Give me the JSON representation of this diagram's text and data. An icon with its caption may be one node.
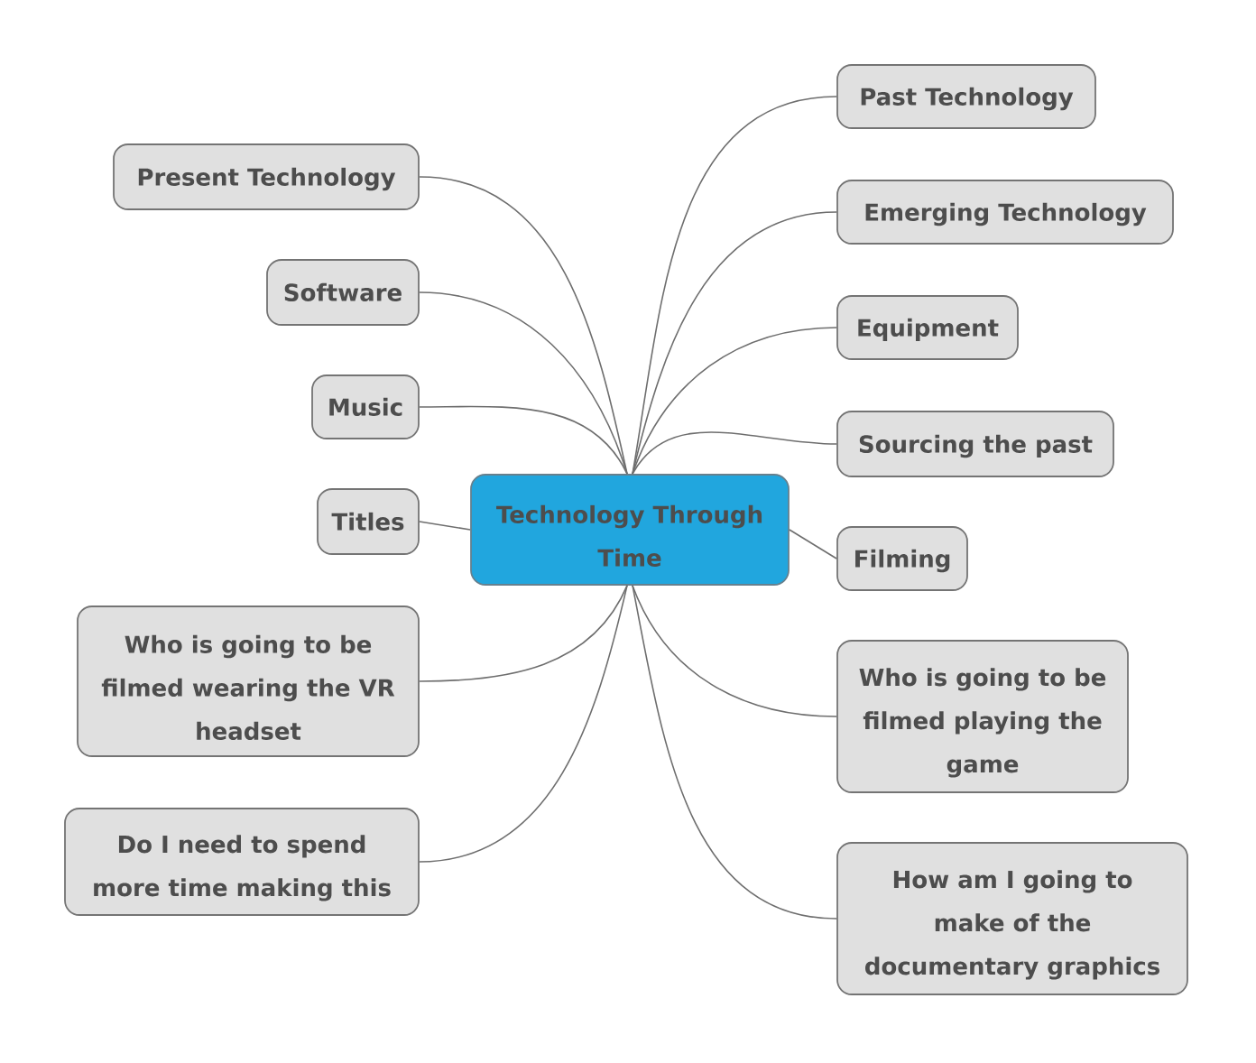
{
  "diagram": {
    "nodes": [
      {
        "text": [
          "Technology Through Time"
        ]
      },
      {
        "text": [
          "Past Technology"
        ]
      },
      {
        "text": [
          "Emerging Technology"
        ]
      },
      {
        "text": [
          "Equipment"
        ]
      },
      {
        "text": [
          "Sourcing the past"
        ]
      },
      {
        "text": [
          "Filming"
        ]
      },
      {
        "text": [
          "Who is going to be filmed playing the game"
        ]
      },
      {
        "text": [
          "How am I going to make of the documentary graphics"
        ]
      },
      {
        "text": [
          "Present Technology"
        ]
      },
      {
        "text": [
          "Software"
        ]
      },
      {
        "text": [
          "Music"
        ]
      },
      {
        "text": [
          "Titles"
        ]
      },
      {
        "text": [
          "Who is going to be filmed wearing the VR headset"
        ]
      },
      {
        "text": [
          "Do I need to spend more time making this"
        ]
      }
    ],
    "edges": [
      {
        "from": 0,
        "to": 1,
        "arrow": "none"
      },
      {
        "from": 0,
        "to": 2,
        "arrow": "none"
      },
      {
        "from": 0,
        "to": 3,
        "arrow": "none"
      },
      {
        "from": 0,
        "to": 4,
        "arrow": "none"
      },
      {
        "from": 0,
        "to": 5,
        "arrow": "none"
      },
      {
        "from": 0,
        "to": 6,
        "arrow": "none"
      },
      {
        "from": 0,
        "to": 7,
        "arrow": "none"
      },
      {
        "from": 0,
        "to": 8,
        "arrow": "none"
      },
      {
        "from": 0,
        "to": 9,
        "arrow": "none"
      },
      {
        "from": 0,
        "to": 10,
        "arrow": "none"
      },
      {
        "from": 0,
        "to": 11,
        "arrow": "none"
      },
      {
        "from": 0,
        "to": 12,
        "arrow": "none"
      },
      {
        "from": 0,
        "to": 13,
        "arrow": "none"
      }
    ]
  }
}
